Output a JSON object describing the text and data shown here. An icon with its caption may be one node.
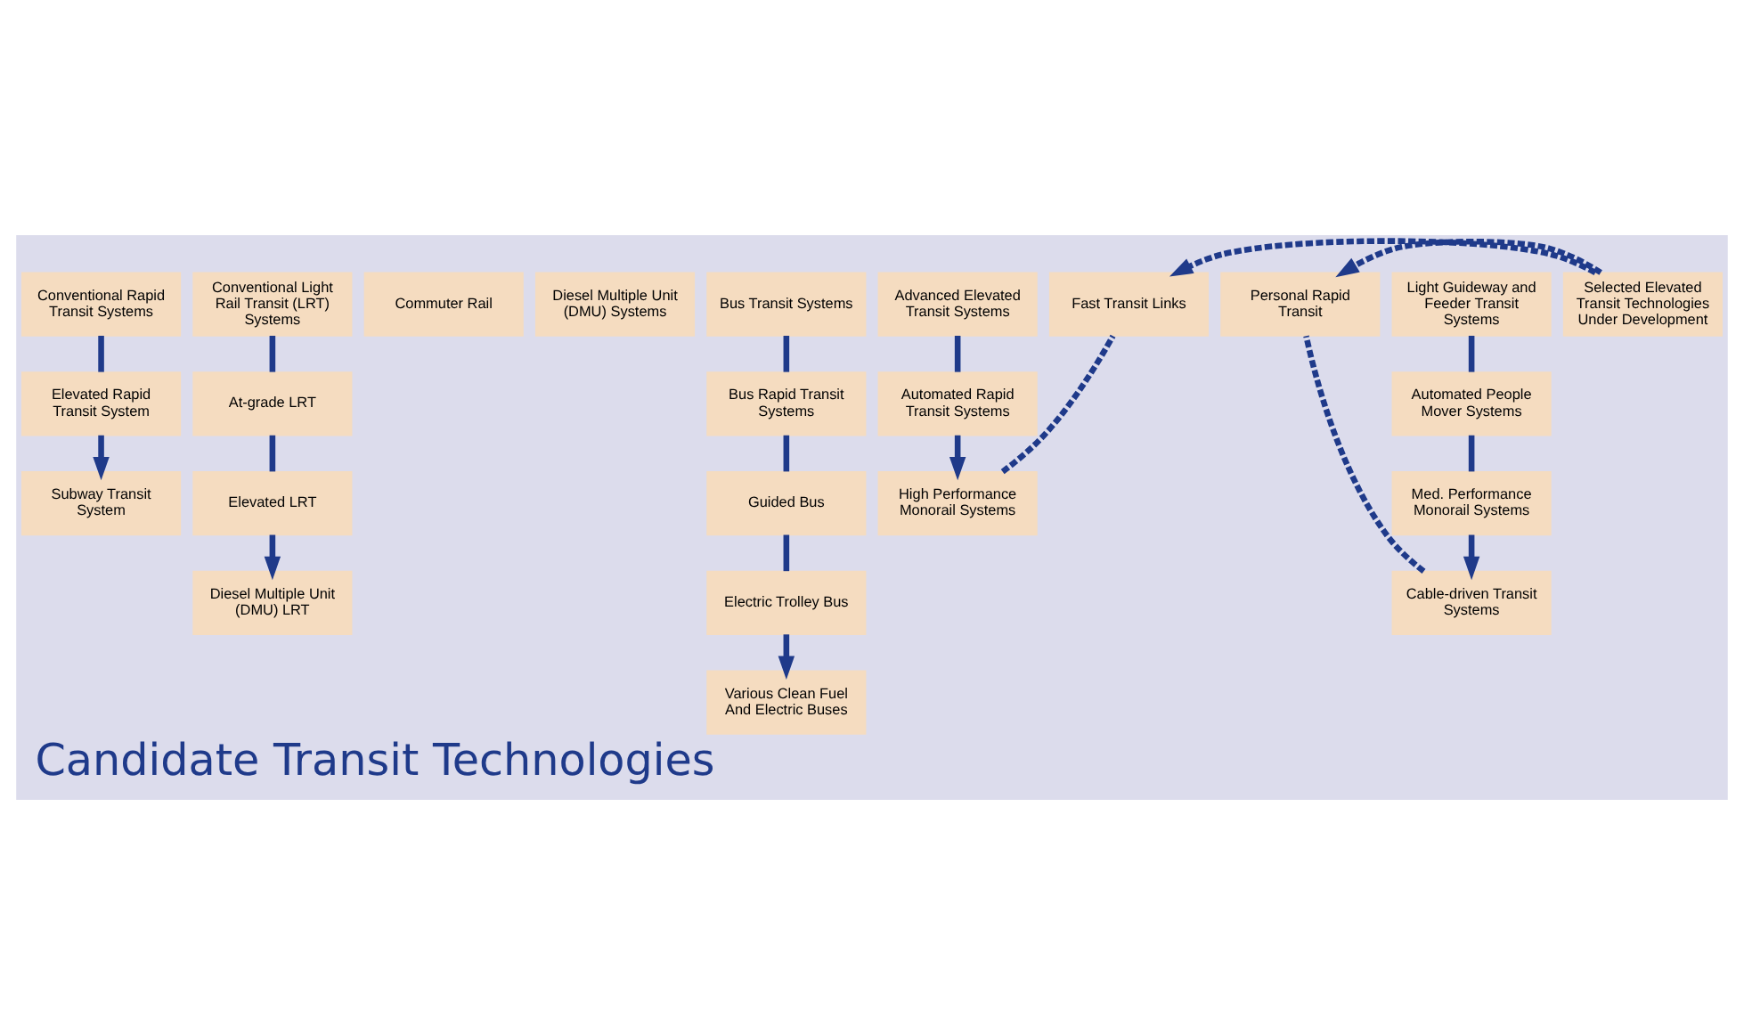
{
  "diagram": {
    "title": "Candidate Transit Technologies",
    "nodes": [
      {
        "text": [
          "Conventional Rapid Transit Systems"
        ]
      },
      {
        "text": [
          "Conventional Light Rail Transit (LRT) Systems"
        ]
      },
      {
        "text": [
          "Commuter Rail"
        ]
      },
      {
        "text": [
          "Diesel Multiple Unit (DMU) Systems"
        ]
      },
      {
        "text": [
          "Bus Transit Systems"
        ]
      },
      {
        "text": [
          "Advanced Elevated Transit Systems"
        ]
      },
      {
        "text": [
          "Light Guideway and Feeder Transit Systems"
        ]
      },
      {
        "text": [
          "Elevated Rapid Transit System"
        ]
      },
      {
        "text": [
          "At-grade LRT"
        ]
      },
      {
        "text": [
          "Bus Rapid Transit Systems"
        ]
      },
      {
        "text": [
          "Automated Rapid Transit Systems"
        ]
      },
      {
        "text": [
          "Automated People Mover Systems"
        ]
      },
      {
        "text": [
          "Subway Transit System"
        ]
      },
      {
        "text": [
          "Elevated LRT"
        ]
      },
      {
        "text": [
          "Guided Bus"
        ]
      },
      {
        "text": [
          "High Performance Monorail Systems"
        ]
      },
      {
        "text": [
          "Med. Performance Monorail Systems"
        ]
      },
      {
        "text": [
          "Diesel Multiple Unit (DMU) LRT"
        ]
      },
      {
        "text": [
          "Electric Trolley Bus"
        ]
      },
      {
        "text": [
          "Fast Transit Links"
        ]
      },
      {
        "text": [
          "Cable-driven Transit Systems"
        ]
      },
      {
        "text": [
          "Various Clean Fuel And Electric Buses"
        ]
      },
      {
        "text": [
          "Personal Rapid Transit"
        ]
      },
      {
        "text": [
          "Selected Elevated Transit Technologies Under Development"
        ]
      }
    ],
    "edges": [
      {
        "from": 0,
        "to": 7,
        "arrow": "none"
      },
      {
        "from": 7,
        "to": 12,
        "arrow": "to"
      },
      {
        "from": 1,
        "to": 8,
        "arrow": "none"
      },
      {
        "from": 8,
        "to": 13,
        "arrow": "none"
      },
      {
        "from": 13,
        "to": 17,
        "arrow": "to"
      },
      {
        "from": 4,
        "to": 9,
        "arrow": "none"
      },
      {
        "from": 9,
        "to": 14,
        "arrow": "none"
      },
      {
        "from": 14,
        "to": 18,
        "arrow": "none"
      },
      {
        "from": 18,
        "to": 21,
        "arrow": "to"
      },
      {
        "from": 5,
        "to": 10,
        "arrow": "none"
      },
      {
        "from": 10,
        "to": 15,
        "arrow": "to"
      },
      {
        "from": 15,
        "to": 19,
        "arrow": "none",
        "style": "dashed"
      },
      {
        "from": 23,
        "to": 19,
        "arrow": "to",
        "style": "dashed"
      },
      {
        "from": 6,
        "to": 11,
        "arrow": "none"
      },
      {
        "from": 11,
        "to": 16,
        "arrow": "none"
      },
      {
        "from": 16,
        "to": 20,
        "arrow": "to"
      },
      {
        "from": 20,
        "to": 22,
        "arrow": "none",
        "style": "dashed"
      },
      {
        "from": 23,
        "to": 22,
        "arrow": "to",
        "style": "dashed"
      }
    ]
  }
}
